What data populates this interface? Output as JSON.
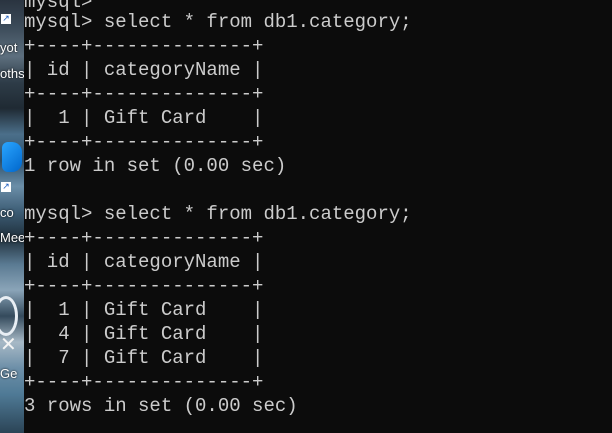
{
  "desktop": {
    "labels": [
      "yot",
      "oths",
      "co",
      "Mee",
      "Ge"
    ],
    "icons": [
      "shortcut-arrow-icon",
      "vs-code-icon",
      "cortana-ring-icon",
      "close-icon"
    ]
  },
  "terminal": {
    "lines": [
      "mysql>",
      "mysql> select * from db1.category;",
      "+----+--------------+",
      "| id | categoryName |",
      "+----+--------------+",
      "|  1 | Gift Card    |",
      "+----+--------------+",
      "1 row in set (0.00 sec)",
      "",
      "mysql> select * from db1.category;",
      "+----+--------------+",
      "| id | categoryName |",
      "+----+--------------+",
      "|  1 | Gift Card    |",
      "|  4 | Gift Card    |",
      "|  7 | Gift Card    |",
      "+----+--------------+",
      "3 rows in set (0.00 sec)"
    ]
  }
}
